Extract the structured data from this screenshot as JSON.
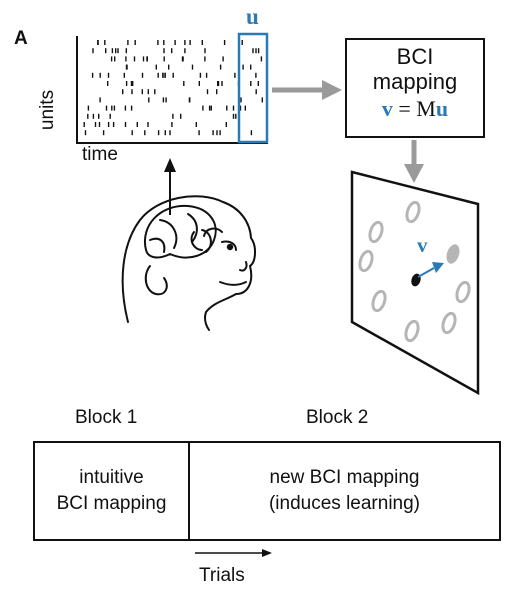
{
  "panel": "A",
  "raster": {
    "y_axis_label": "units",
    "x_axis_label": "time",
    "window_label": "u"
  },
  "mapping_box": {
    "title_line1": "BCI",
    "title_line2": "mapping",
    "eq_v": "v",
    "eq_op": " = M",
    "eq_u": "u"
  },
  "cursor": {
    "velocity_label": "v"
  },
  "timeline": {
    "block1_label": "Block 1",
    "block2_label": "Block 2",
    "block1_line1": "intuitive",
    "block1_line2": "BCI mapping",
    "block2_line1": "new BCI mapping",
    "block2_line2": "(induces learning)",
    "axis_label": "Trials"
  },
  "colors": {
    "accent_blue": "#2a7ab8",
    "arrow_gray": "#9a9a9a",
    "target_gray": "#b5b5b5"
  }
}
